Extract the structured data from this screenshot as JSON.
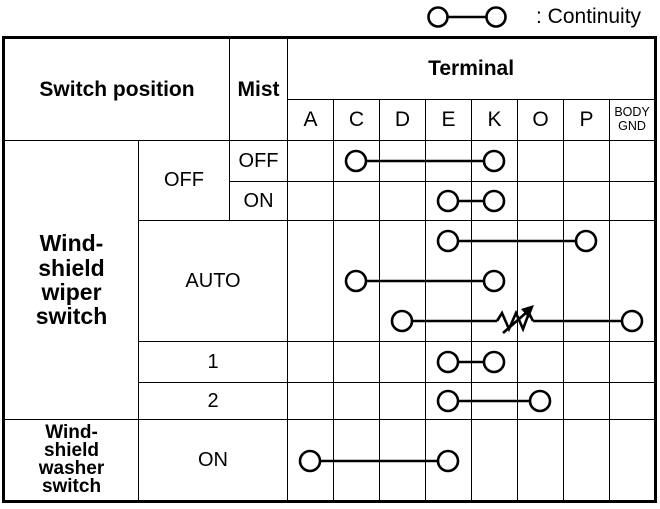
{
  "legend": {
    "text": ": Continuity"
  },
  "header": {
    "switch_position": "Switch position",
    "mist": "Mist",
    "terminal": "Terminal"
  },
  "terminals": [
    "A",
    "C",
    "D",
    "E",
    "K",
    "O",
    "P",
    "BODY GND"
  ],
  "wiper": {
    "label": "Wind-\nshield\nwiper\nswitch",
    "off_label": "OFF",
    "mist_off": "OFF",
    "mist_on": "ON",
    "auto_label": "AUTO",
    "pos1_label": "1",
    "pos2_label": "2"
  },
  "washer": {
    "label": "Wind-\nshield\nwasher\nswitch",
    "on_label": "ON"
  },
  "connections": [
    {
      "row": "mist_off",
      "from": "C",
      "to": "K"
    },
    {
      "row": "mist_on",
      "from": "E",
      "to": "K"
    },
    {
      "row": "auto_1",
      "from": "E",
      "to": "P"
    },
    {
      "row": "auto_2",
      "from": "C",
      "to": "K"
    },
    {
      "row": "auto_3",
      "from": "D",
      "to": "BODY GND",
      "symbol": "variable-resistor"
    },
    {
      "row": "pos1",
      "from": "E",
      "to": "K"
    },
    {
      "row": "pos2",
      "from": "E",
      "to": "O"
    },
    {
      "row": "washer_on",
      "from": "A",
      "to": "E"
    }
  ]
}
